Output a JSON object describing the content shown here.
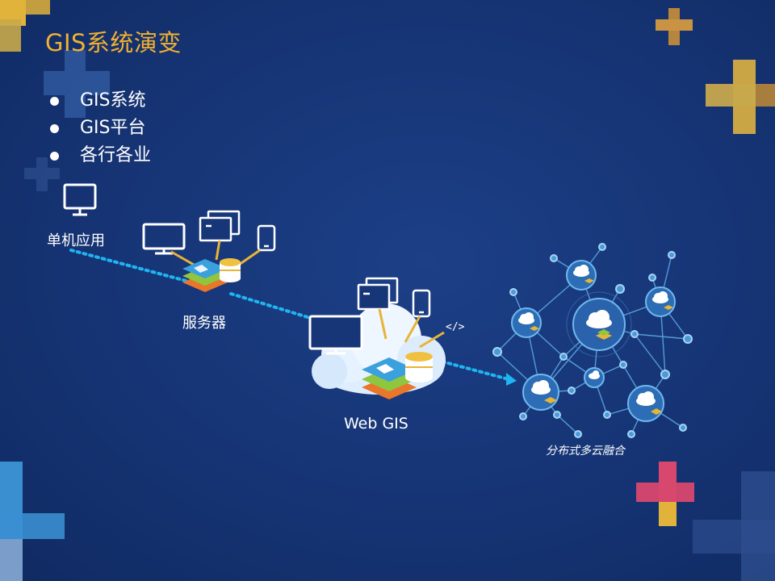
{
  "slide": {
    "title": "GIS系统演变",
    "bullets": [
      "GIS系统",
      "GIS平台",
      "各行各业"
    ]
  },
  "diagram": {
    "nodes": {
      "standalone": "单机应用",
      "server": "服务器",
      "webgis": "Web GIS",
      "distributed": "分布式多云融合"
    },
    "code_symbol": "</>"
  },
  "colors": {
    "title": "#f2b130",
    "background": "#173678",
    "connector": "#1fb5f0",
    "accent_yellow": "#e8b436",
    "accent_pink": "#d8486e",
    "accent_blue": "#3a8fd0"
  },
  "icons": [
    "monitor-icon",
    "tablet-pair-icon",
    "phone-icon",
    "map-layers-icon",
    "database-icon",
    "cloud-icon",
    "code-icon",
    "network-icon",
    "arrow-head-icon"
  ]
}
